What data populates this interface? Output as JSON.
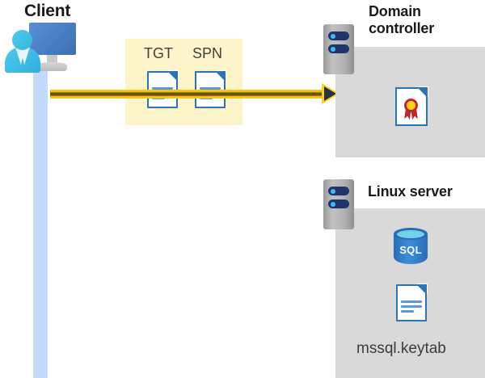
{
  "diagram": {
    "title_client": "Client",
    "title_domain_controller": "Domain\ncontroller",
    "title_linux_server": "Linux server",
    "tokens": {
      "tgt_label": "TGT",
      "spn_label": "SPN"
    },
    "linux": {
      "database_label": "SQL",
      "keytab_filename": "mssql.keytab"
    },
    "colors": {
      "highlight_box": "#fdf4c9",
      "panel_gray": "#d9d9d9",
      "flow_yellow": "#f5c718",
      "arrow_fill": "#2b3040",
      "lifeline_blue": "#c3dbfb",
      "document_blue": "#2e74b5",
      "sql_blue": "#2b6cb5",
      "seal_red": "#c0272d",
      "seal_yellow": "#ffd21a",
      "text_dark": "#1a1a1a"
    }
  }
}
